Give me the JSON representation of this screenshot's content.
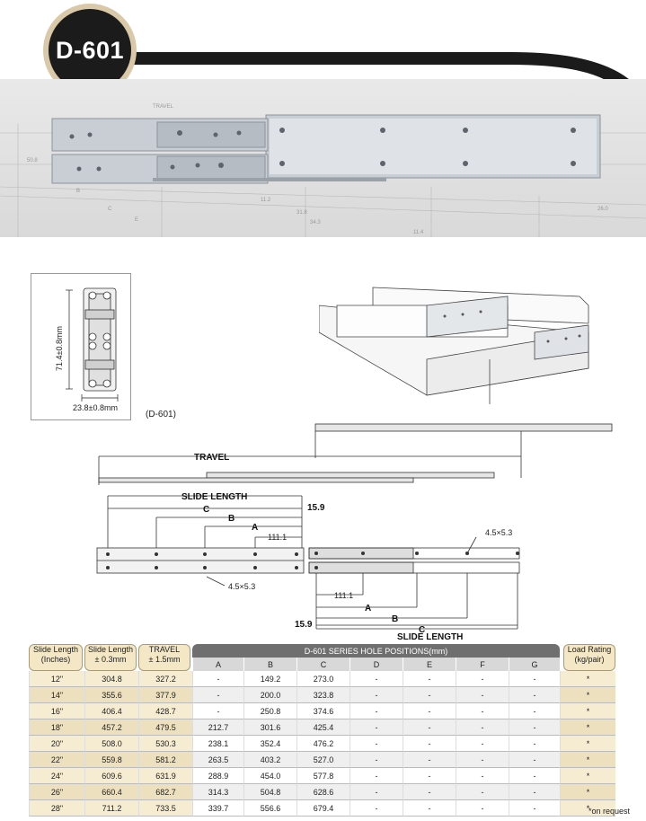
{
  "product": {
    "code": "D-601"
  },
  "hero": {
    "watermark": [
      "TRAVEL",
      "50.8",
      "11.2",
      "31.8",
      "34.3",
      "11.4",
      "26.0",
      "B",
      "C",
      "E"
    ]
  },
  "profile": {
    "height_dim": "71.4±0.8mm",
    "width_dim": "23.8±0.8mm",
    "caption": "(D-601)"
  },
  "drawing": {
    "travel": "TRAVEL",
    "slide_length": "SLIDE LENGTH",
    "c": "C",
    "b": "B",
    "a": "A",
    "offset": "15.9",
    "a_first": "111.1",
    "hole_size": "4.5×5.3"
  },
  "table": {
    "headers": {
      "slide_length": [
        "Slide Length",
        "(Inches)"
      ],
      "slide_length_mm": [
        "Slide Length",
        "± 0.3mm"
      ],
      "travel": [
        "TRAVEL",
        "± 1.5mm"
      ],
      "holes_group": "D-601 SERIES HOLE POSITIONS(mm)",
      "holes": [
        "A",
        "B",
        "C",
        "D",
        "E",
        "F",
        "G"
      ],
      "load": [
        "Load Rating",
        "(kg/pair)"
      ]
    },
    "rows": [
      {
        "inch": "12\"",
        "len": "304.8",
        "travel": "327.2",
        "holes": [
          "-",
          "149.2",
          "273.0",
          "-",
          "-",
          "-",
          "-"
        ],
        "load": "*"
      },
      {
        "inch": "14\"",
        "len": "355.6",
        "travel": "377.9",
        "holes": [
          "-",
          "200.0",
          "323.8",
          "-",
          "-",
          "-",
          "-"
        ],
        "load": "*"
      },
      {
        "inch": "16\"",
        "len": "406.4",
        "travel": "428.7",
        "holes": [
          "-",
          "250.8",
          "374.6",
          "-",
          "-",
          "-",
          "-"
        ],
        "load": "*"
      },
      {
        "inch": "18\"",
        "len": "457.2",
        "travel": "479.5",
        "holes": [
          "212.7",
          "301.6",
          "425.4",
          "-",
          "-",
          "-",
          "-"
        ],
        "load": "*"
      },
      {
        "inch": "20\"",
        "len": "508.0",
        "travel": "530.3",
        "holes": [
          "238.1",
          "352.4",
          "476.2",
          "-",
          "-",
          "-",
          "-"
        ],
        "load": "*"
      },
      {
        "inch": "22\"",
        "len": "559.8",
        "travel": "581.2",
        "holes": [
          "263.5",
          "403.2",
          "527.0",
          "-",
          "-",
          "-",
          "-"
        ],
        "load": "*"
      },
      {
        "inch": "24\"",
        "len": "609.6",
        "travel": "631.9",
        "holes": [
          "288.9",
          "454.0",
          "577.8",
          "-",
          "-",
          "-",
          "-"
        ],
        "load": "*"
      },
      {
        "inch": "26\"",
        "len": "660.4",
        "travel": "682.7",
        "holes": [
          "314.3",
          "504.8",
          "628.6",
          "-",
          "-",
          "-",
          "-"
        ],
        "load": "*"
      },
      {
        "inch": "28\"",
        "len": "711.2",
        "travel": "733.5",
        "holes": [
          "339.7",
          "556.6",
          "679.4",
          "-",
          "-",
          "-",
          "-"
        ],
        "load": "*"
      }
    ],
    "note": "*on request"
  }
}
